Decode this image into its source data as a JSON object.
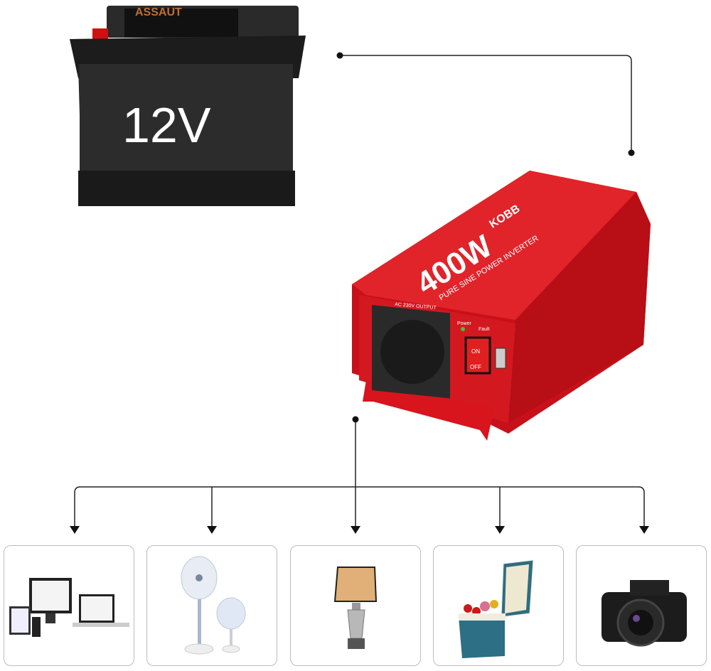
{
  "battery": {
    "label": "12V",
    "brand": "ASSAUT"
  },
  "inverter": {
    "wattage": "400W",
    "type": "PURE SINE POWER INVERTER",
    "brand": "KOBB",
    "output_label": "AC 230V OUTPUT",
    "power_led": "Power",
    "fault_led": "Fault",
    "switch_on": "ON",
    "switch_off": "OFF"
  },
  "devices": [
    {
      "name": "computers"
    },
    {
      "name": "fans"
    },
    {
      "name": "lamp"
    },
    {
      "name": "cooler"
    },
    {
      "name": "camera"
    }
  ],
  "colors": {
    "inverter_red": "#d8141c",
    "battery_black": "#222222",
    "connector": "#222222",
    "box_border": "#bdbdbd"
  }
}
